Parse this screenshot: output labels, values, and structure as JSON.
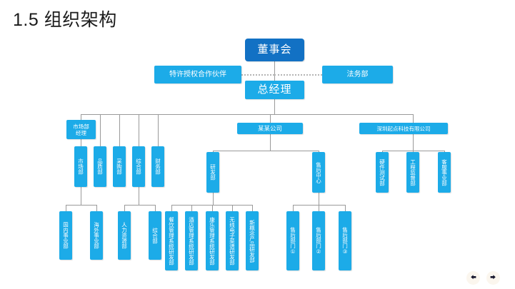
{
  "slide": {
    "title": "1.5 组织架构",
    "colors": {
      "accent_primary": "#1CABE8",
      "accent_dark": "#1271C4",
      "line": "#9a9a9a",
      "dotted_line": "#b4b4b4",
      "background": "#ffffff",
      "title_text": "#1a1a1a",
      "nav_bg": "#FBF6EE",
      "nav_glyph": "#14132b"
    }
  },
  "chart_data": {
    "type": "diagram",
    "subtype": "org-chart",
    "title": "1.5 组织架构",
    "nodes": [
      {
        "id": "board",
        "label": "董事会",
        "style": "dark",
        "level": 0
      },
      {
        "id": "franchise",
        "label": "特许授权合作伙伴",
        "style": "light",
        "level": 1
      },
      {
        "id": "legal",
        "label": "法务部",
        "style": "light",
        "level": 1
      },
      {
        "id": "gm",
        "label": "总经理",
        "style": "light",
        "level": 1
      },
      {
        "id": "mkt-mgr",
        "label": "市场部\n经理",
        "style": "light",
        "level": 2
      },
      {
        "id": "company",
        "label": "某某公司",
        "style": "light",
        "level": 2
      },
      {
        "id": "sz-qidian",
        "label": "深圳起点科技有限公司",
        "style": "light",
        "level": 2
      },
      {
        "id": "mkt-dept",
        "label": "市场部",
        "style": "light",
        "level": 3,
        "orientation": "vertical"
      },
      {
        "id": "quality",
        "label": "品质部",
        "style": "light",
        "level": 3,
        "orientation": "vertical"
      },
      {
        "id": "purchase",
        "label": "采购部",
        "style": "light",
        "level": 3,
        "orientation": "vertical"
      },
      {
        "id": "general",
        "label": "综合部",
        "style": "light",
        "level": 3,
        "orientation": "vertical"
      },
      {
        "id": "finance",
        "label": "财务部",
        "style": "light",
        "level": 3,
        "orientation": "vertical"
      },
      {
        "id": "rnd",
        "label": "研发部",
        "style": "light",
        "level": 3,
        "orientation": "vertical"
      },
      {
        "id": "aftersales",
        "label": "售后中心",
        "style": "light",
        "level": 3,
        "orientation": "vertical"
      },
      {
        "id": "hw-test",
        "label": "硬件测试部",
        "style": "light",
        "level": 3,
        "orientation": "vertical"
      },
      {
        "id": "eng-super",
        "label": "工程监督部",
        "style": "light",
        "level": 3,
        "orientation": "vertical"
      },
      {
        "id": "cs-div",
        "label": "客服事业部",
        "style": "light",
        "level": 3,
        "orientation": "vertical"
      },
      {
        "id": "domestic",
        "label": "国内事业部",
        "style": "light",
        "level": 4,
        "orientation": "vertical"
      },
      {
        "id": "overseas",
        "label": "海外事业部",
        "style": "light",
        "level": 4,
        "orientation": "vertical"
      },
      {
        "id": "hr",
        "label": "人力资源部",
        "style": "light",
        "level": 4,
        "orientation": "vertical"
      },
      {
        "id": "general2",
        "label": "综合部",
        "style": "light",
        "level": 4,
        "orientation": "vertical"
      },
      {
        "id": "rnd-food",
        "label": "餐饮管理系统研发部",
        "style": "light",
        "level": 4,
        "orientation": "vertical"
      },
      {
        "id": "rnd-hotel",
        "label": "酒店管理系统研发部",
        "style": "light",
        "level": 4,
        "orientation": "vertical"
      },
      {
        "id": "rnd-leisure",
        "label": "康乐管理系统研发部",
        "style": "light",
        "level": 4,
        "orientation": "vertical"
      },
      {
        "id": "rnd-wireless",
        "label": "无线电子菜谱研发部",
        "style": "light",
        "level": 4,
        "orientation": "vertical"
      },
      {
        "id": "rnd-newidea",
        "label": "新概念产品研发部",
        "style": "light",
        "level": 4,
        "orientation": "vertical"
      },
      {
        "id": "after-1",
        "label": "售后部门①",
        "style": "light",
        "level": 4,
        "orientation": "vertical"
      },
      {
        "id": "after-2",
        "label": "售后部门②",
        "style": "light",
        "level": 4,
        "orientation": "vertical"
      },
      {
        "id": "after-3",
        "label": "售后部门③",
        "style": "light",
        "level": 4,
        "orientation": "vertical"
      }
    ],
    "edges": [
      {
        "from": "board",
        "to": "gm",
        "style": "solid"
      },
      {
        "from": "franchise",
        "to": "gm",
        "style": "dotted"
      },
      {
        "from": "legal",
        "to": "gm",
        "style": "dotted"
      },
      {
        "from": "gm",
        "to": "mkt-mgr",
        "style": "solid"
      },
      {
        "from": "gm",
        "to": "quality",
        "style": "solid"
      },
      {
        "from": "gm",
        "to": "purchase",
        "style": "solid"
      },
      {
        "from": "gm",
        "to": "general",
        "style": "solid"
      },
      {
        "from": "gm",
        "to": "finance",
        "style": "solid"
      },
      {
        "from": "gm",
        "to": "company",
        "style": "solid"
      },
      {
        "from": "gm",
        "to": "sz-qidian",
        "style": "solid"
      },
      {
        "from": "mkt-mgr",
        "to": "mkt-dept",
        "style": "solid"
      },
      {
        "from": "company",
        "to": "rnd",
        "style": "solid"
      },
      {
        "from": "company",
        "to": "aftersales",
        "style": "solid"
      },
      {
        "from": "sz-qidian",
        "to": "hw-test",
        "style": "solid"
      },
      {
        "from": "sz-qidian",
        "to": "eng-super",
        "style": "solid"
      },
      {
        "from": "sz-qidian",
        "to": "cs-div",
        "style": "solid"
      },
      {
        "from": "mkt-dept",
        "to": "domestic",
        "style": "solid"
      },
      {
        "from": "mkt-dept",
        "to": "overseas",
        "style": "solid"
      },
      {
        "from": "general",
        "to": "hr",
        "style": "solid"
      },
      {
        "from": "general",
        "to": "general2",
        "style": "solid"
      },
      {
        "from": "rnd",
        "to": "rnd-food",
        "style": "solid"
      },
      {
        "from": "rnd",
        "to": "rnd-hotel",
        "style": "solid"
      },
      {
        "from": "rnd",
        "to": "rnd-leisure",
        "style": "solid"
      },
      {
        "from": "rnd",
        "to": "rnd-wireless",
        "style": "solid"
      },
      {
        "from": "rnd",
        "to": "rnd-newidea",
        "style": "solid"
      },
      {
        "from": "aftersales",
        "to": "after-1",
        "style": "solid"
      },
      {
        "from": "aftersales",
        "to": "after-2",
        "style": "solid"
      },
      {
        "from": "aftersales",
        "to": "after-3",
        "style": "solid"
      }
    ]
  },
  "nodes": {
    "board": "董事会",
    "franchise": "特许授权合作伙伴",
    "legal": "法务部",
    "gm": "总经理",
    "mkt_mgr_l1": "市场部",
    "mkt_mgr_l2": "经理",
    "company": "某某公司",
    "sz_qidian": "深圳起点科技有限公司",
    "mkt_dept": "市场部",
    "quality": "品质部",
    "purchase": "采购部",
    "general": "综合部",
    "finance": "财务部",
    "rnd": "研发部",
    "aftersales": "售后中心",
    "hw_test": "硬件测试部",
    "eng_super": "工程监督部",
    "cs_div": "客服事业部",
    "domestic": "国内事业部",
    "overseas": "海外事业部",
    "hr": "人力资源部",
    "general2": "综合部",
    "rnd_food": "餐饮管理系统研发部",
    "rnd_hotel": "酒店管理系统研发部",
    "rnd_leisure": "康乐管理系统研发部",
    "rnd_wireless": "无线电子菜谱研发部",
    "rnd_newidea": "新概念产品研发部",
    "after_1": "售后部门①",
    "after_2": "售后部门②",
    "after_3": "售后部门③"
  },
  "nav": {
    "prev_icon": "arrow-left-icon",
    "next_icon": "arrow-right-icon"
  }
}
